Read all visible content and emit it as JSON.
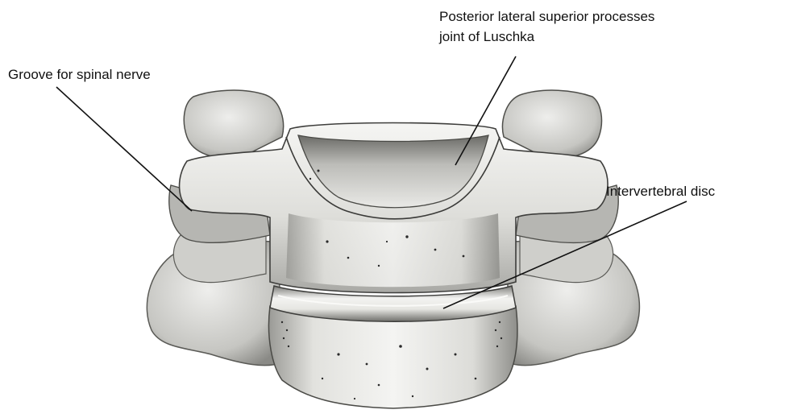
{
  "labels": {
    "groove": "Groove for spinal nerve",
    "luschka_line1": "Posterior lateral superior processes",
    "luschka_line2": "joint of Luschka",
    "disc": "Intervertebral disc"
  },
  "colors": {
    "bone_light": "#f1f1ef",
    "bone_mid": "#cfcfcb",
    "bone_shadow": "#8c8c88",
    "bone_dark": "#3e3e3c",
    "pore": "#2a2a2a",
    "leader_line": "#111111",
    "text": "#111111"
  }
}
